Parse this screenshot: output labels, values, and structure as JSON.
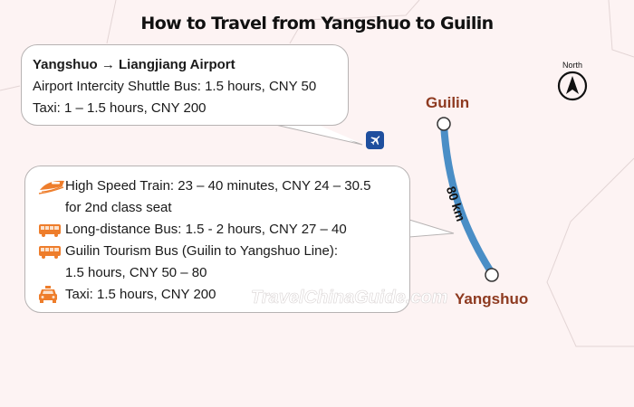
{
  "title": "How to Travel from Yangshuo to Guilin",
  "airport_box": {
    "heading": "Yangshuo → Liangjiang Airport",
    "lines": [
      "Airport Intercity Shuttle Bus: 1.5 hours, CNY 50",
      "Taxi: 1 – 1.5 hours, CNY 200"
    ],
    "icon": "airplane-icon"
  },
  "city_box": {
    "items": [
      {
        "icon": "high-speed-train-icon",
        "line1": "High Speed Train: 23 – 40 minutes, CNY 24 – 30.5",
        "line2": "for 2nd class seat"
      },
      {
        "icon": "bus-icon",
        "line1": "Long-distance Bus: 1.5 - 2 hours, CNY 27 – 40"
      },
      {
        "icon": "bus-icon",
        "line1": "Guilin Tourism Bus (Guilin to Yangshuo Line):",
        "line2": "1.5 hours, CNY 50 – 80"
      },
      {
        "icon": "taxi-icon",
        "line1": "Taxi: 1.5 hours, CNY 200"
      }
    ]
  },
  "map": {
    "origin": "Guilin",
    "destination": "Yangshuo",
    "distance": "80 km",
    "compass_label": "North",
    "watermark": "TravelChinaGuide.com"
  },
  "colors": {
    "background": "#fdf3f3",
    "route": "#4a8ec6",
    "city_label": "#8e3a20",
    "icon_orange": "#ee7d2b",
    "airport_badge": "#1f4f9e"
  }
}
